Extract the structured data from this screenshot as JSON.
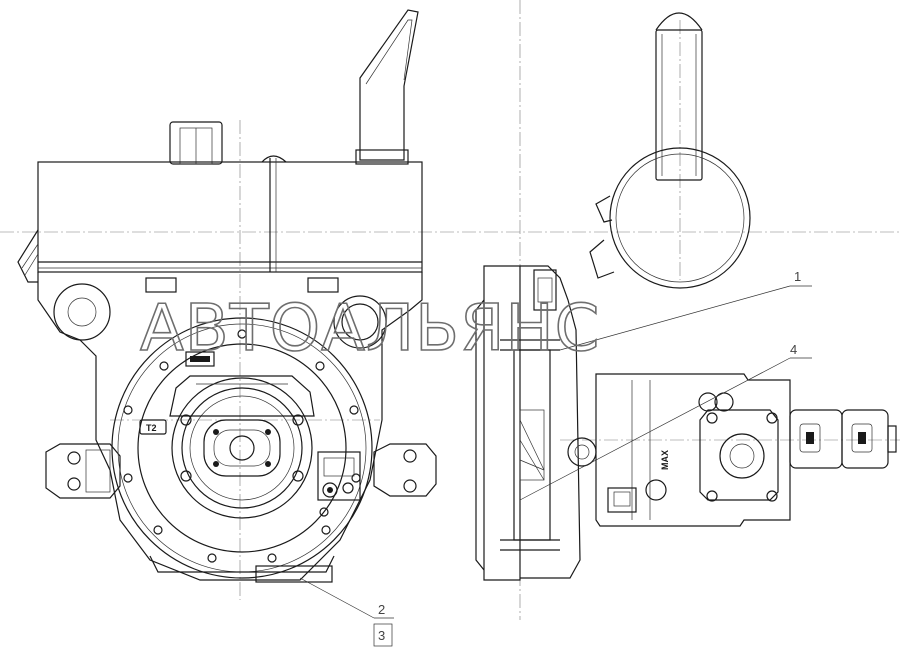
{
  "watermark": {
    "text": "АВТОАЛЬЯНС"
  },
  "callouts": [
    {
      "id": "1",
      "label": "1"
    },
    {
      "id": "2",
      "label": "2"
    },
    {
      "id": "3",
      "label": "3"
    },
    {
      "id": "4",
      "label": "4"
    }
  ],
  "tags": {
    "pump_port": "T2",
    "pump_max": "MAX"
  },
  "colors": {
    "line": "#1a1a1a",
    "watermark": "#6e6e6e",
    "background": "#ffffff"
  }
}
